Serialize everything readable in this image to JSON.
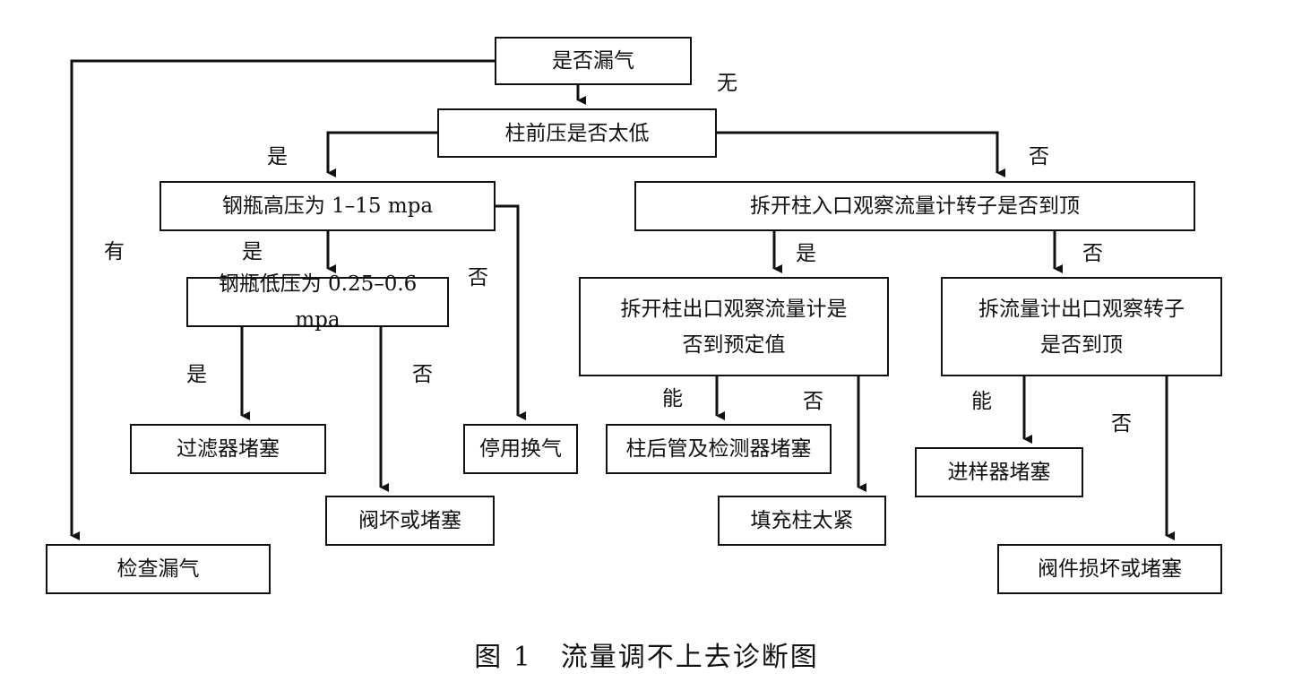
{
  "nodes": {
    "leak": "是否漏气",
    "column_head_pressure": "柱前压是否太低",
    "cylinder_high": "钢瓶高压为 1–15 mpa",
    "inlet_rotor": "拆开柱入口观察流量计转子是否到顶",
    "cylinder_low": "钢瓶低压为 0.25–0.6 mpa",
    "outlet_flow": [
      "拆开柱出口观察流量计是",
      "否到预定值"
    ],
    "meter_outlet_rotor": [
      "拆流量计出口观察转子",
      "是否到顶"
    ],
    "filter_blocked": "过滤器堵塞",
    "stop_change_gas": "停用换气",
    "post_column_blocked": "柱后管及检测器堵塞",
    "injector_blocked": "进样器堵塞",
    "valve_bad_blocked": "阀坏或堵塞",
    "column_too_tight": "填充柱太紧",
    "check_leak": "检查漏气",
    "valve_part_bad": "阀件损坏或堵塞"
  },
  "edge_labels": {
    "none": "无",
    "yes_left": "是",
    "no_right": "否",
    "has": "有",
    "yes_high": "是",
    "no_high": "否",
    "yes_inlet": "是",
    "no_inlet": "否",
    "yes_low": "是",
    "no_low": "否",
    "can_outlet": "能",
    "no_outlet": "否",
    "can_meter": "能",
    "no_meter": "否"
  },
  "caption": "图 1　流量调不上去诊断图"
}
